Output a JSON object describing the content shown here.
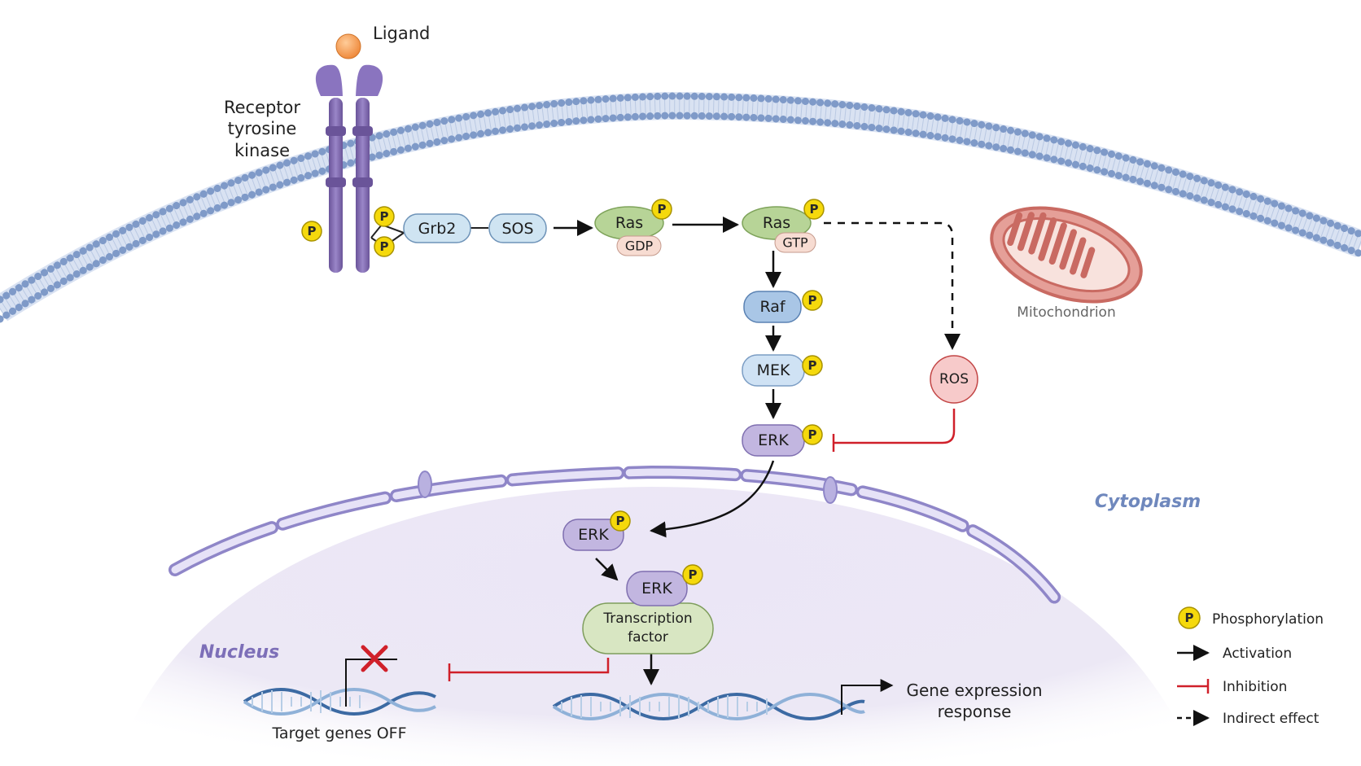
{
  "labels": {
    "ligand": "Ligand",
    "receptor_1": "Receptor",
    "receptor_2": "tyrosine",
    "receptor_3": "kinase",
    "mitochondrion": "Mitochondrion",
    "cytoplasm": "Cytoplasm",
    "nucleus": "Nucleus",
    "target_genes_off": "Target genes OFF",
    "gene_expression_1": "Gene expression",
    "gene_expression_2": "response"
  },
  "nodes": {
    "grb2": "Grb2",
    "sos": "SOS",
    "ras_gdp": "Ras",
    "gdp": "GDP",
    "ras_gtp": "Ras",
    "gtp": "GTP",
    "raf": "Raf",
    "mek": "MEK",
    "erk": "ERK",
    "ros": "ROS",
    "erk_nuclear": "ERK",
    "erk_bound": "ERK",
    "tf_1": "Transcription",
    "tf_2": "factor"
  },
  "phospho_symbol": "P",
  "legend": {
    "phosphorylation": "Phosphorylation",
    "activation": "Activation",
    "inhibition": "Inhibition",
    "indirect": "Indirect effect"
  },
  "colors": {
    "receptor": "#7d68ad",
    "phospho": "#f5d90c",
    "ras": "#b7d497",
    "raf_mek": "#a9c6e6",
    "erk": "#c2b6e0",
    "ros": "#f7caca",
    "inhibition": "#d0202a",
    "mitochondrion": "#dd8c86",
    "dna": "#4c78a8"
  }
}
